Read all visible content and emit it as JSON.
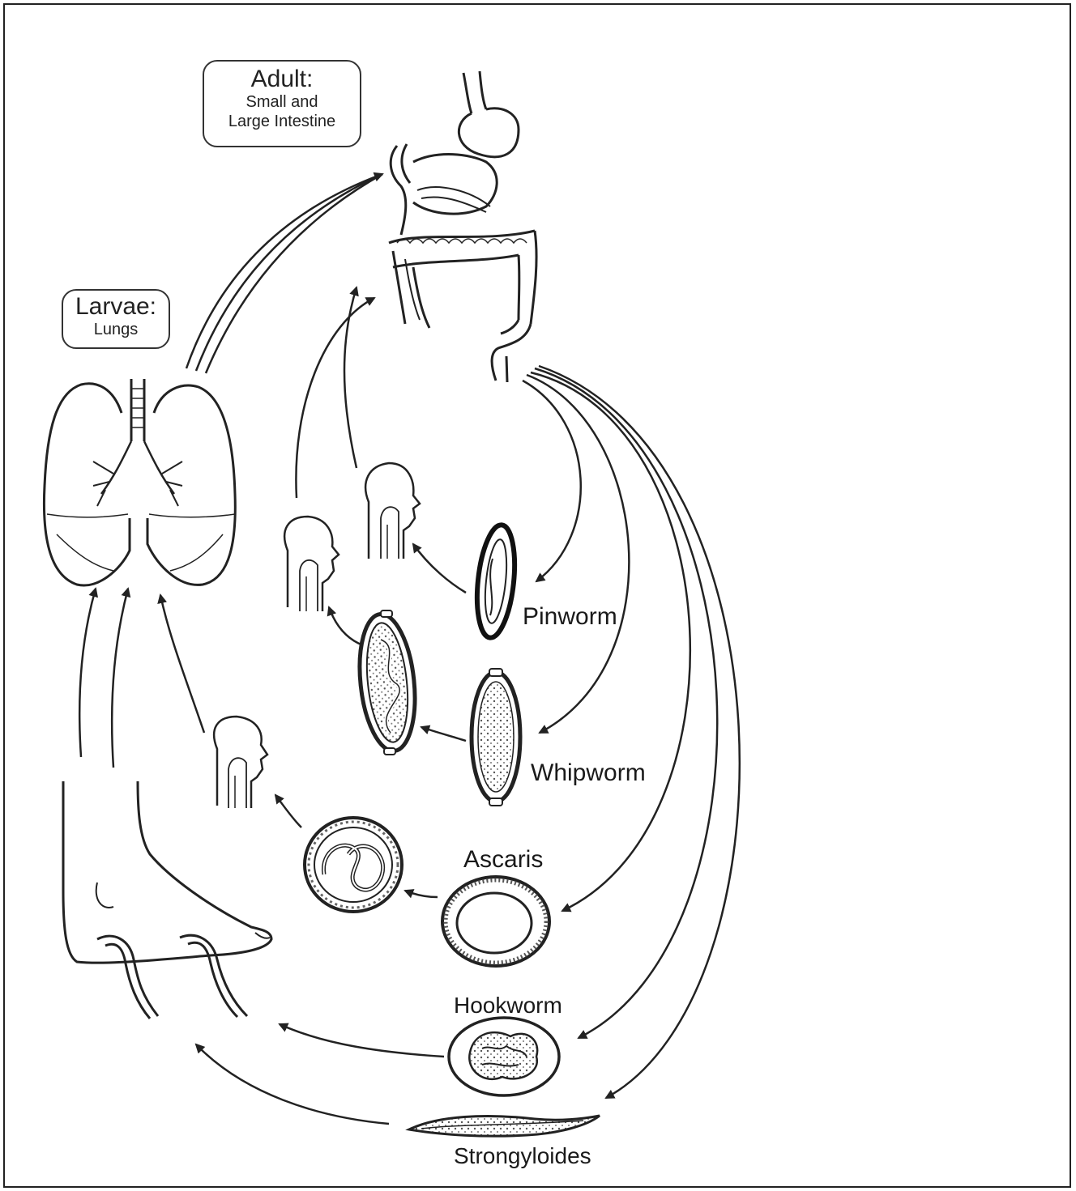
{
  "adult_box": {
    "title": "Adult:",
    "line1": "Small and",
    "line2": "Large Intestine"
  },
  "larvae_box": {
    "title": "Larvae:",
    "line1": "Lungs"
  },
  "eggs": {
    "pinworm": "Pinworm",
    "whipworm": "Whipworm",
    "ascaris": "Ascaris",
    "hookworm": "Hookworm",
    "strongyloides": "Strongyloides"
  },
  "colors": {
    "line": "#222222",
    "fill": "#ffffff",
    "stipple": "#555555"
  }
}
